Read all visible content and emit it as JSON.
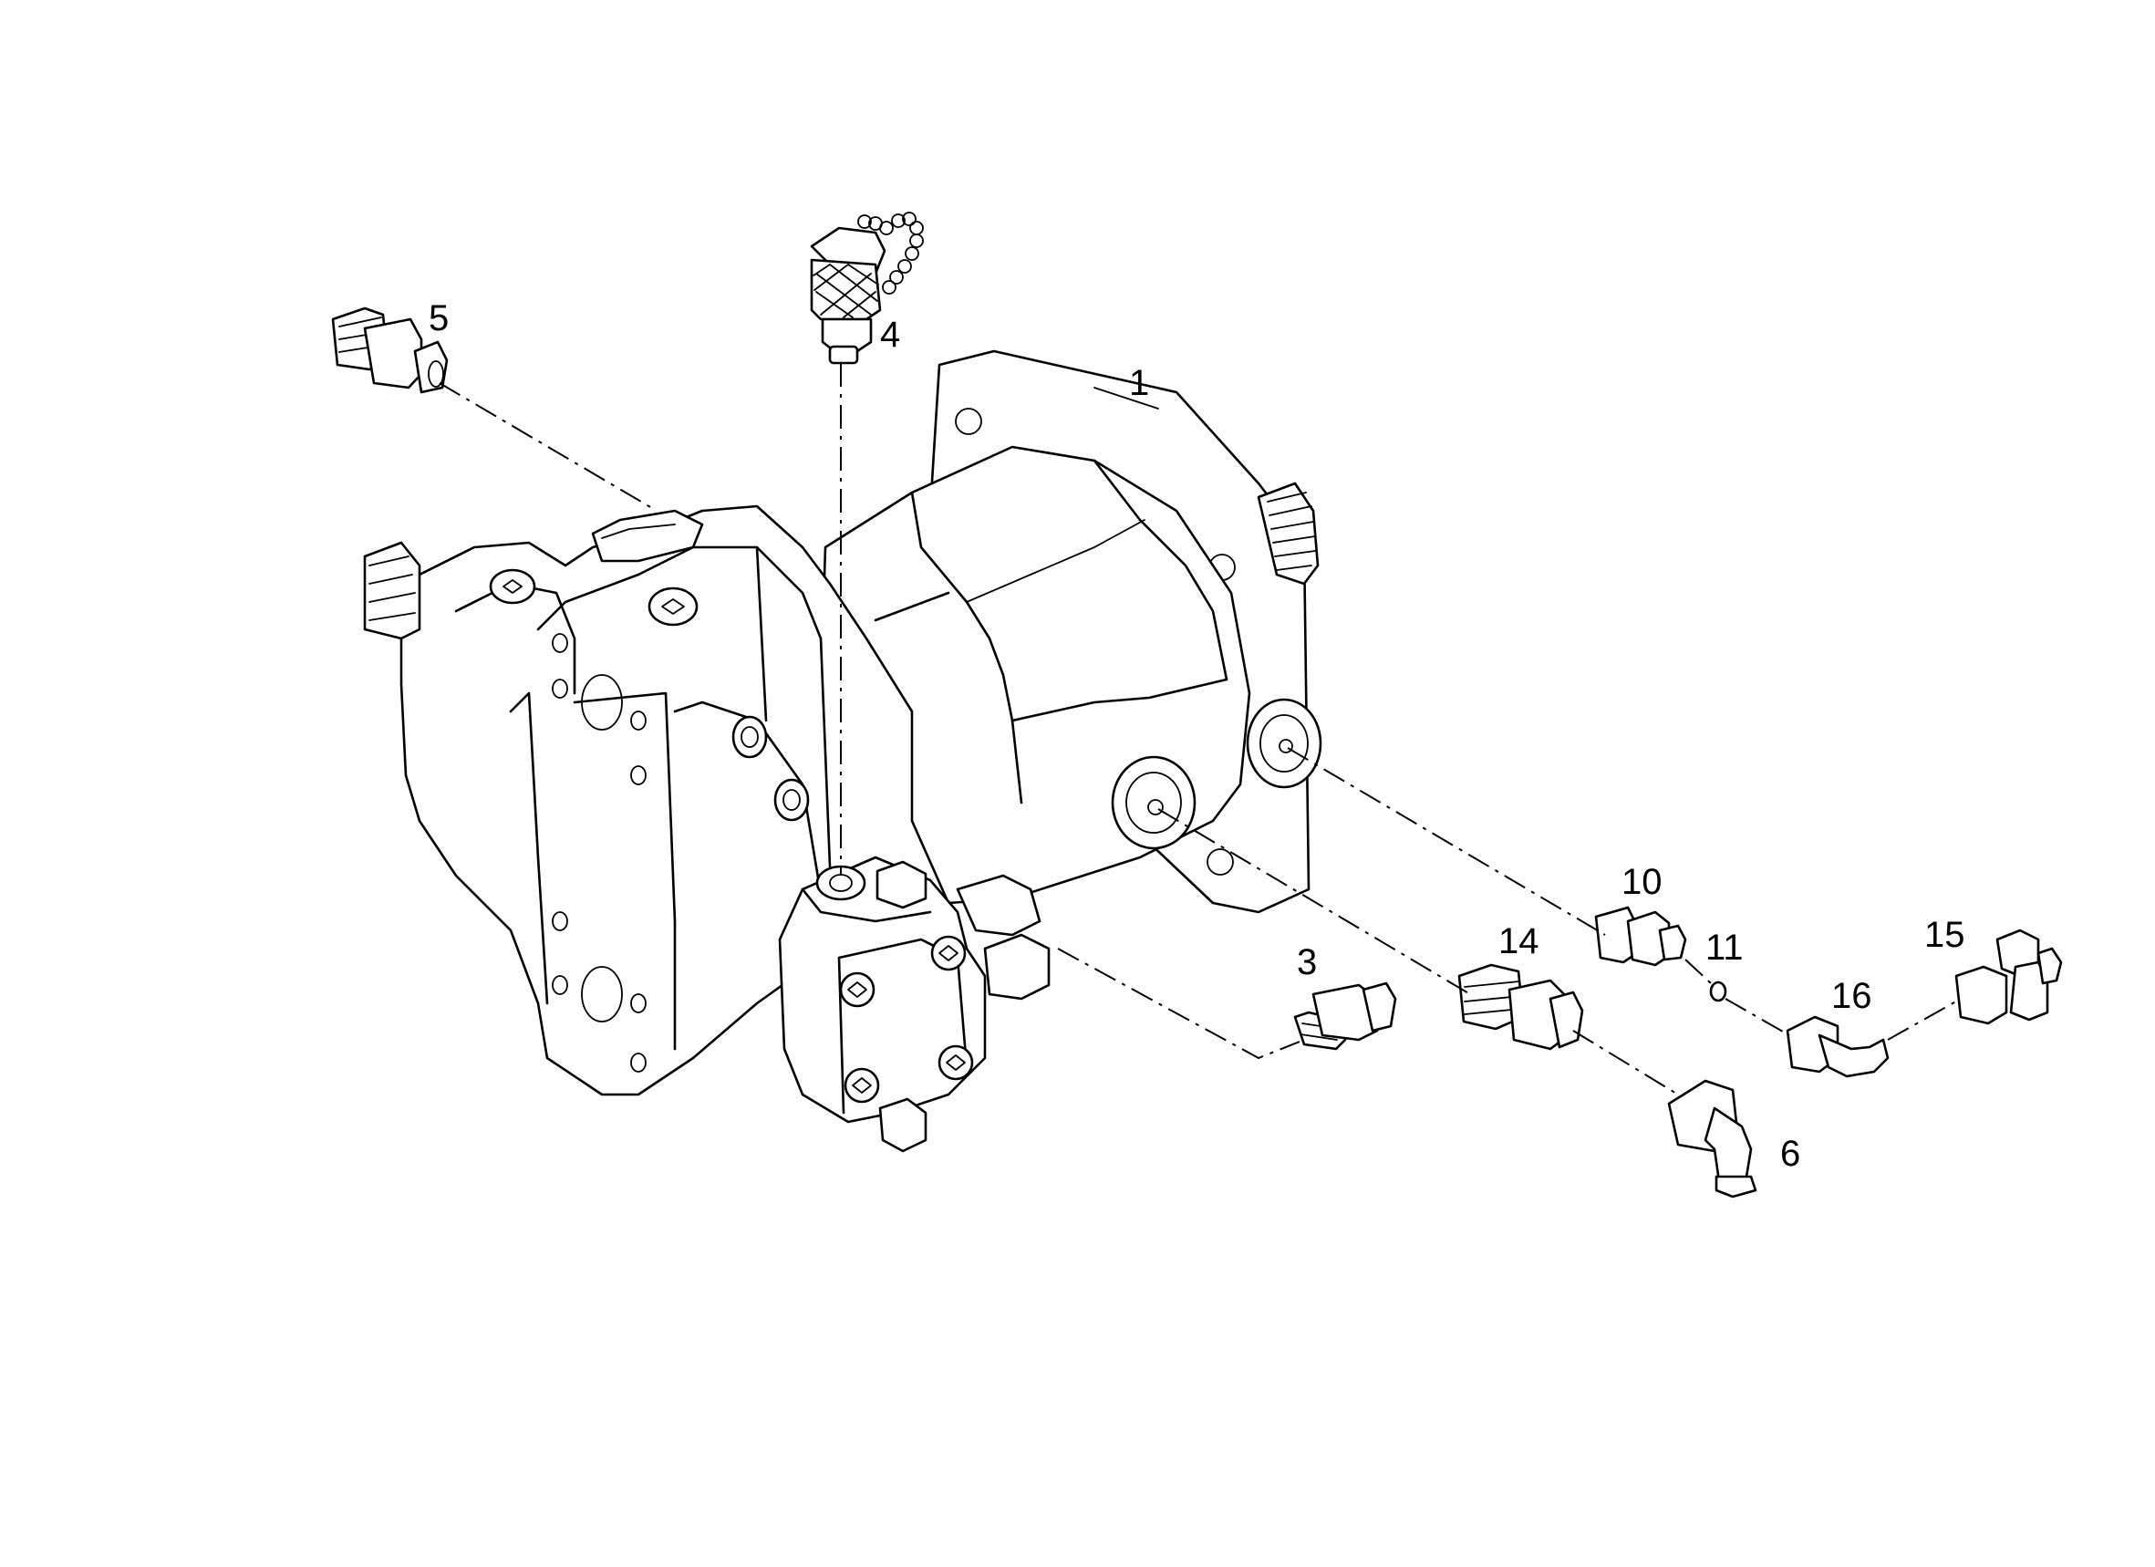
{
  "callouts": {
    "c1": "1",
    "c3": "3",
    "c4": "4",
    "c5": "5",
    "c6": "6",
    "c10": "10",
    "c11": "11",
    "c14": "14",
    "c15": "15",
    "c16": "16"
  },
  "colors": {
    "line": "#000000",
    "background": "#ffffff"
  }
}
